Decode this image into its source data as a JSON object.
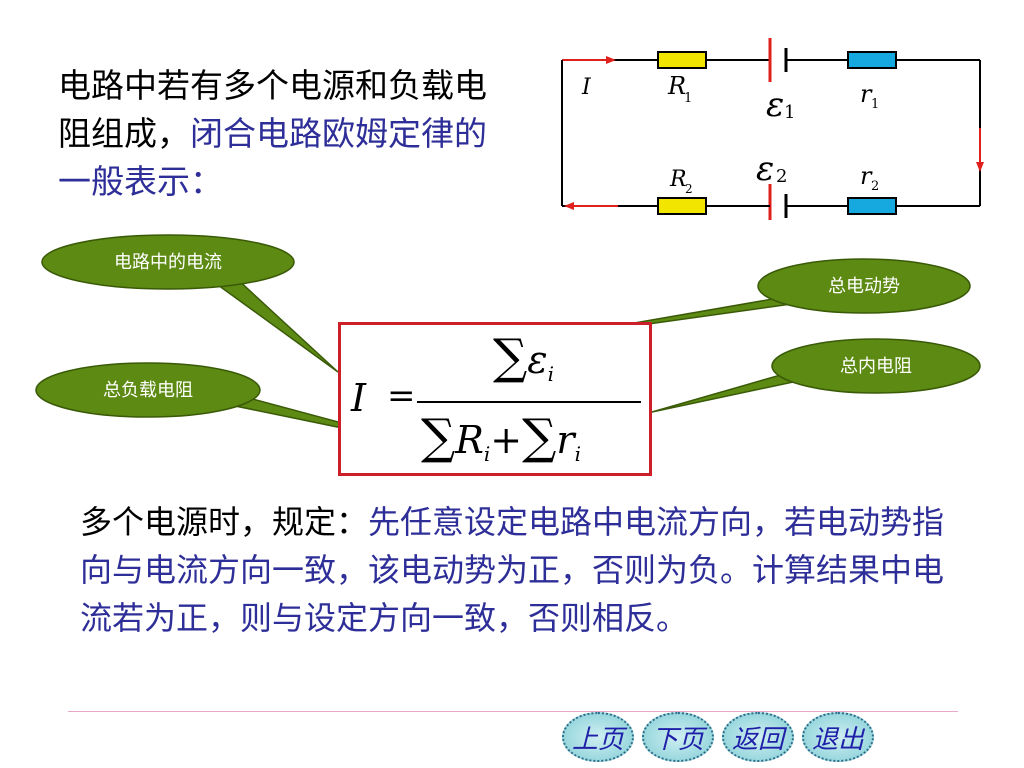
{
  "intro": {
    "black": "电路中若有多个电源和负载电阻组成，",
    "blue": "闭合电路欧姆定律的一般表示："
  },
  "circuit": {
    "current_label": "I",
    "r1_label": "R",
    "r1_sub": "1",
    "emf1_label": "ε",
    "emf1_sub": "1",
    "ri1_label": "r",
    "ri1_sub": "1",
    "r2_label": "R",
    "r2_sub": "2",
    "emf2_label": "ε",
    "emf2_sub": "2",
    "ri2_label": "r",
    "ri2_sub": "2"
  },
  "callouts": {
    "current": "电路中的电流",
    "emf_total": "总电动势",
    "internal_total": "总内电阻",
    "load_total": "总负载电阻"
  },
  "formula": {
    "lhs": "I",
    "eq": "=",
    "sigma": "∑",
    "emf": "ε",
    "load": "R",
    "plus": "+",
    "internal": "r",
    "index": "i"
  },
  "rule": {
    "black": "多个电源时，规定：",
    "blue": "先任意设定电路中电流方向，若电动势指向与电流方向一致，该电动势为正，否则为负。计算结果中电流若为正，则与设定方向一致，否则相反。"
  },
  "nav": {
    "prev": "上页",
    "next": "下页",
    "back": "返回",
    "exit": "退出"
  },
  "colors": {
    "blue_text": "#2e2e99",
    "box_red": "#cc1f2a",
    "bubble_green": "#5c8a12",
    "wire_red": "#e0201d",
    "resistor_yellow": "#f2e600",
    "resistor_cyan": "#15a9e0"
  }
}
